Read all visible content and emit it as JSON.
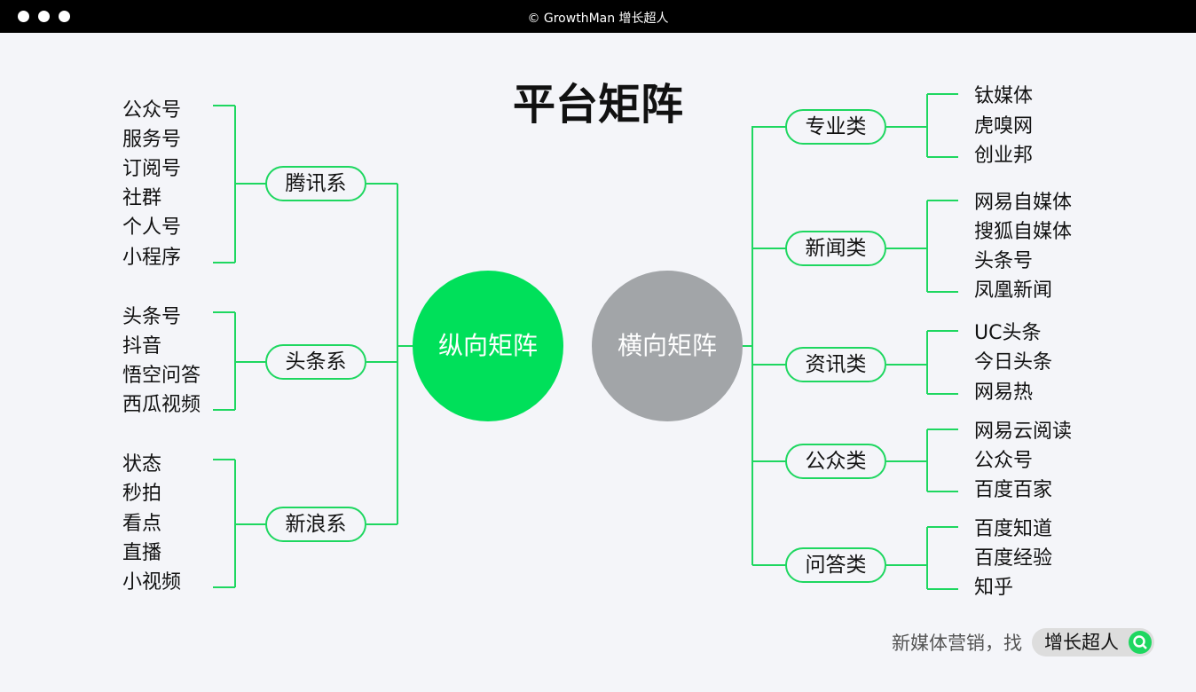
{
  "window": {
    "title": "© GrowthMan 增长超人"
  },
  "title": "平台矩阵",
  "center": {
    "vertical": "纵向矩阵",
    "horizontal": "横向矩阵"
  },
  "left_groups": [
    {
      "label": "腾讯系",
      "items": [
        "公众号",
        "服务号",
        "订阅号",
        "社群",
        "个人号",
        "小程序"
      ]
    },
    {
      "label": "头条系",
      "items": [
        "头条号",
        "抖音",
        "悟空问答",
        "西瓜视频"
      ]
    },
    {
      "label": "新浪系",
      "items": [
        "状态",
        "秒拍",
        "看点",
        "直播",
        "小视频"
      ]
    }
  ],
  "right_groups": [
    {
      "label": "专业类",
      "items": [
        "钛媒体",
        "虎嗅网",
        "创业邦"
      ]
    },
    {
      "label": "新闻类",
      "items": [
        "网易自媒体",
        "搜狐自媒体",
        "头条号",
        "凤凰新闻"
      ]
    },
    {
      "label": "资讯类",
      "items": [
        "UC头条",
        "今日头条",
        "网易热"
      ]
    },
    {
      "label": "公众类",
      "items": [
        "网易云阅读",
        "公众号",
        "百度百家"
      ]
    },
    {
      "label": "问答类",
      "items": [
        "百度知道",
        "百度经验",
        "知乎"
      ]
    }
  ],
  "footer": {
    "text": "新媒体营销，找",
    "brand": "增长超人"
  },
  "colors": {
    "green": "#00e05a",
    "gray": "#a2a5a8",
    "line": "#1ed760"
  }
}
